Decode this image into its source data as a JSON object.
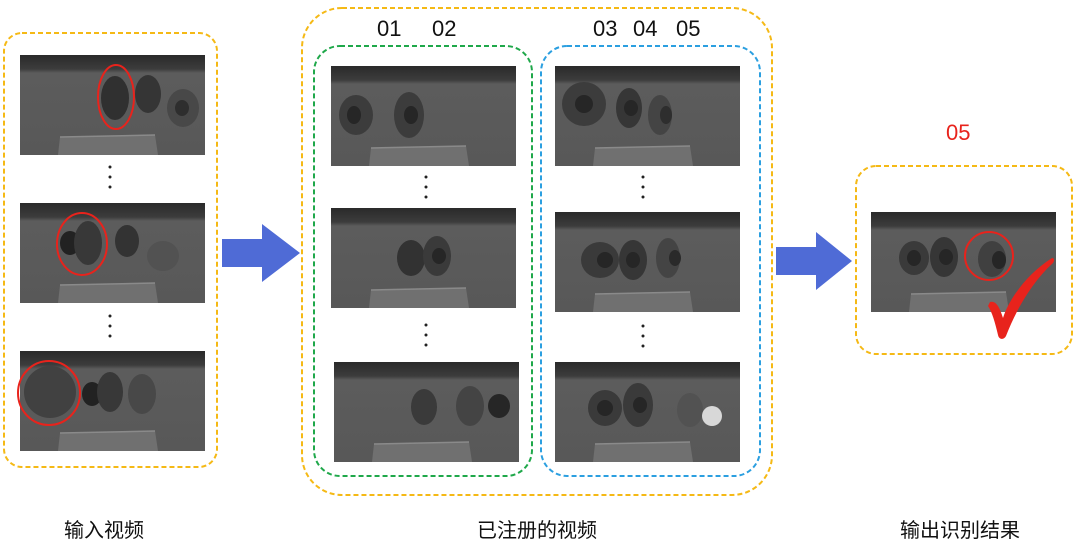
{
  "captions": {
    "input": "输入视频",
    "registered": "已注册的视频",
    "output": "输出识别结果"
  },
  "id_labels": [
    "01",
    "02",
    "03",
    "04",
    "05"
  ],
  "result_id": "05",
  "colors": {
    "outer_frame": "#f5b915",
    "green_group": "#1fa84a",
    "blue_group": "#2b9fe0",
    "arrow": "#4f6bd6",
    "highlight": "#e8231c",
    "check": "#e8231c",
    "frame_bg": "#5a5a5a"
  },
  "icons": [
    "right-arrow-icon",
    "right-arrow-icon",
    "check-mark-icon"
  ]
}
